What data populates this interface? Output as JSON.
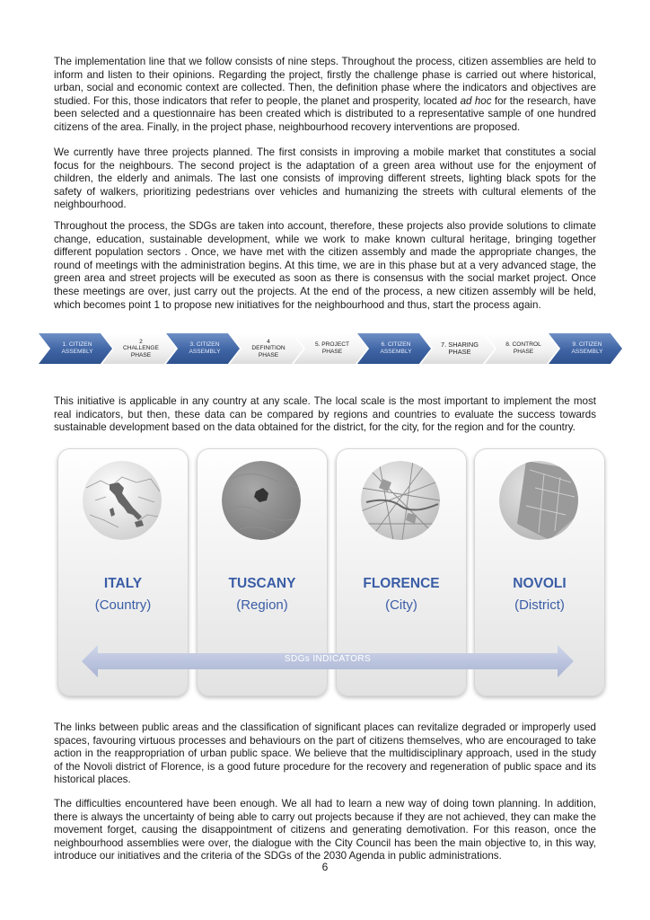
{
  "paragraphs": {
    "p1_a": "The implementation line that we follow consists of nine steps. Throughout the process, citizen assemblies are held to inform and listen to their opinions. Regarding the project, firstly the challenge phase is carried out where historical, urban, social and economic context are collected. Then, the definition phase where the indicators and objectives are studied. For this, those indicators that refer to people, the planet and prosperity, located ",
    "p1_em": "ad hoc",
    "p1_b": " for the research, have been selected and a questionnaire has been created which is distributed to a representative sample of one hundred citizens of the area. Finally, in the project phase, neighbourhood recovery interventions are proposed.",
    "p2": "We currently have three projects planned. The first consists in improving a mobile market that constitutes a social focus for the neighbours. The second project is the adaptation of a green area without use for the enjoyment of children, the elderly and animals. The last one consists of improving different streets, lighting black spots for the safety of walkers, prioritizing pedestrians over vehicles and humanizing the streets with cultural elements of the neighbourhood.",
    "p3": "Throughout the process, the SDGs are taken into account, therefore, these projects also provide solutions to climate change, education, sustainable development, while we work to make known cultural heritage, bringing together different population sectors . Once, we have met with the citizen assembly and made the appropriate changes, the round of meetings with the administration begins. At this time, we are in this phase but at a very advanced stage, the green area and street projects will be executed as soon as there is consensus with the social market project. Once these meetings are over, just carry out the projects. At the end of the process, a new citizen assembly will be held, which becomes point 1 to propose new initiatives for the neighbourhood and thus, start the process again.",
    "p4": "This initiative is applicable in any country at any scale. The local scale is the most important to implement the most real indicators, but then, these data can be compared by regions and countries to evaluate the success towards sustainable development based on the data obtained for the district, for the city, for the region and for the country.",
    "p5": "The links between public areas and the classification of significant places can revitalize degraded or improperly used spaces, favouring virtuous processes and behaviours on the part of citizens themselves, who are encouraged to take action in the reappropriation of urban public space. We believe that the multidisciplinary approach, used in the study of the Novoli district of Florence, is a good future procedure for the recovery and regeneration of public space and its historical places.",
    "p6": "The difficulties encountered have been enough. We all had to learn a new way of doing town planning. In addition, there is always the uncertainty of being able to carry out projects because if they are not achieved, they can make the movement forget, causing the disappointment of citizens and generating demotivation. For this reason, once the neighbourhood assemblies were over, the dialogue with the City Council has been the main objective to, in this way, introduce our initiatives and the criteria of the SDGs of the 2030 Agenda in public administrations."
  },
  "steps": [
    {
      "line1": "1. CITIZEN",
      "line2": "ASSEMBLY",
      "line3": "",
      "style": "blue"
    },
    {
      "line1": "2",
      "line2": "CHALLENGE",
      "line3": "PHASE",
      "style": "white"
    },
    {
      "line1": "3. CITIZEN",
      "line2": "ASSEMBLY",
      "line3": "",
      "style": "blue"
    },
    {
      "line1": "4",
      "line2": "DEFINITION",
      "line3": "PHASE",
      "style": "white"
    },
    {
      "line1": "5. PROJECT",
      "line2": "PHASE",
      "line3": "",
      "style": "white"
    },
    {
      "line1": "6. CITIZEN",
      "line2": "ASSEMBLY",
      "line3": "",
      "style": "blue"
    },
    {
      "line1": "7. SHARING",
      "line2": "PHASE",
      "line3": "",
      "style": "white"
    },
    {
      "line1": "8. CONTROL",
      "line2": "PHASE",
      "line3": "",
      "style": "white"
    },
    {
      "line1": "9. CITIZEN",
      "line2": "ASSEMBLY",
      "line3": "",
      "style": "blue"
    }
  ],
  "cards": [
    {
      "name": "ITALY",
      "sub": "(Country)"
    },
    {
      "name": "TUSCANY",
      "sub": "(Region)"
    },
    {
      "name": "FLORENCE",
      "sub": "(City)"
    },
    {
      "name": "NOVOLI",
      "sub": "(District)"
    }
  ],
  "arrow_label": "SDGs INDICATORS",
  "page_number": "6",
  "colors": {
    "accent_blue": "#3a5da6",
    "chevron_blue": "#3f64a4",
    "arrow_fill": "#b7c1dc"
  }
}
